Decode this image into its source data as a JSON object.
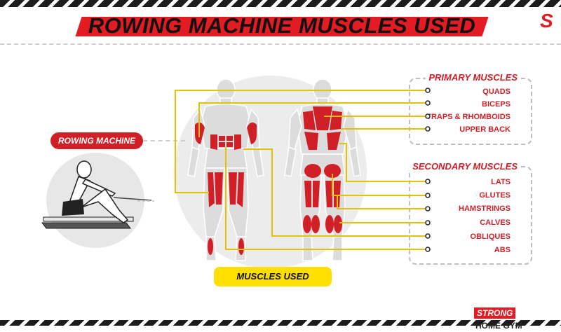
{
  "header": {
    "title": "ROWING MACHINE MUSCLES USED",
    "logo_icon": "strong-s-logo"
  },
  "machine": {
    "label": "ROWING MACHINE",
    "image_icon": "rower-figure-illustration"
  },
  "primary": {
    "title": "PRIMARY MUSCLES",
    "items": [
      "QUADS",
      "BICEPS",
      "TRAPS & RHOMBOIDS",
      "UPPER BACK"
    ]
  },
  "secondary": {
    "title": "SECONDARY MUSCLES",
    "items": [
      "LATS",
      "GLUTES",
      "HAMSTRINGS",
      "CALVES",
      "OBLIQUES",
      "ABS"
    ]
  },
  "button": {
    "label": "MUSCLES USED"
  },
  "brand": {
    "strong": "STRONG",
    "rest": "HOME GYM"
  },
  "colors": {
    "accent_red": "#d01f26",
    "highlight_yellow": "#ffdf00",
    "leader_line": "#e5c100",
    "body_gray": "#dcdcdc"
  }
}
